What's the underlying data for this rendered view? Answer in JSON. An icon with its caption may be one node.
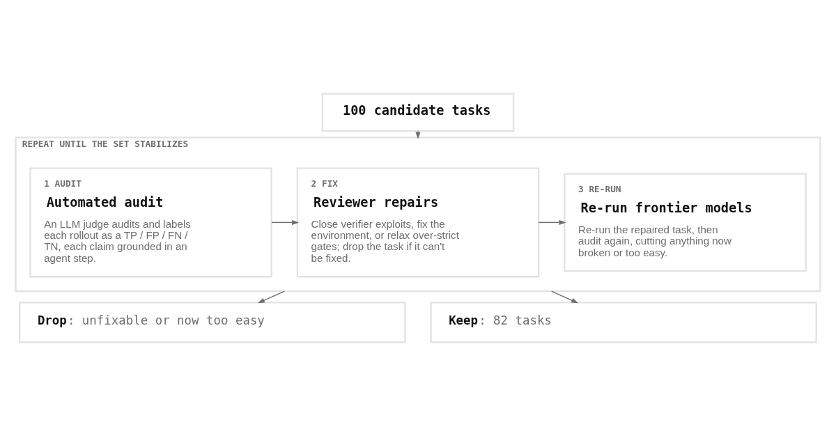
{
  "diagram": {
    "nodes": [
      {
        "text": [
          "100 candidate tasks"
        ]
      },
      {
        "text": [
          "REPEAT UNTIL THE SET STABILIZES"
        ]
      },
      {
        "text": [
          "1 AUDIT",
          "Automated audit",
          "An LLM judge audits and labels each rollout as a TP / FP / FN / TN, each claim grounded in an agent step."
        ],
        "in": 1
      },
      {
        "text": [
          "2 FIX",
          "Reviewer repairs",
          "Close verifier exploits, fix the environment, or relax over-strict gates; drop the task if it can't be fixed."
        ],
        "in": 1
      },
      {
        "text": [
          "3 RE-RUN",
          "Re-run frontier models",
          "Re-run the repaired task, then audit again, cutting anything now broken or too easy."
        ],
        "in": 1
      },
      {
        "text": [
          "**Drop**: unfixable or now too easy"
        ]
      },
      {
        "text": [
          "**Keep**: 82 tasks"
        ]
      }
    ],
    "edges": [
      {
        "from": 0,
        "to": 1,
        "arrow": "to"
      },
      {
        "from": 2,
        "to": 3,
        "arrow": "to"
      },
      {
        "from": 3,
        "to": 4,
        "arrow": "to"
      },
      {
        "from": 1,
        "to": 5,
        "arrow": "to"
      },
      {
        "from": 1,
        "to": 6,
        "arrow": "to"
      }
    ]
  }
}
